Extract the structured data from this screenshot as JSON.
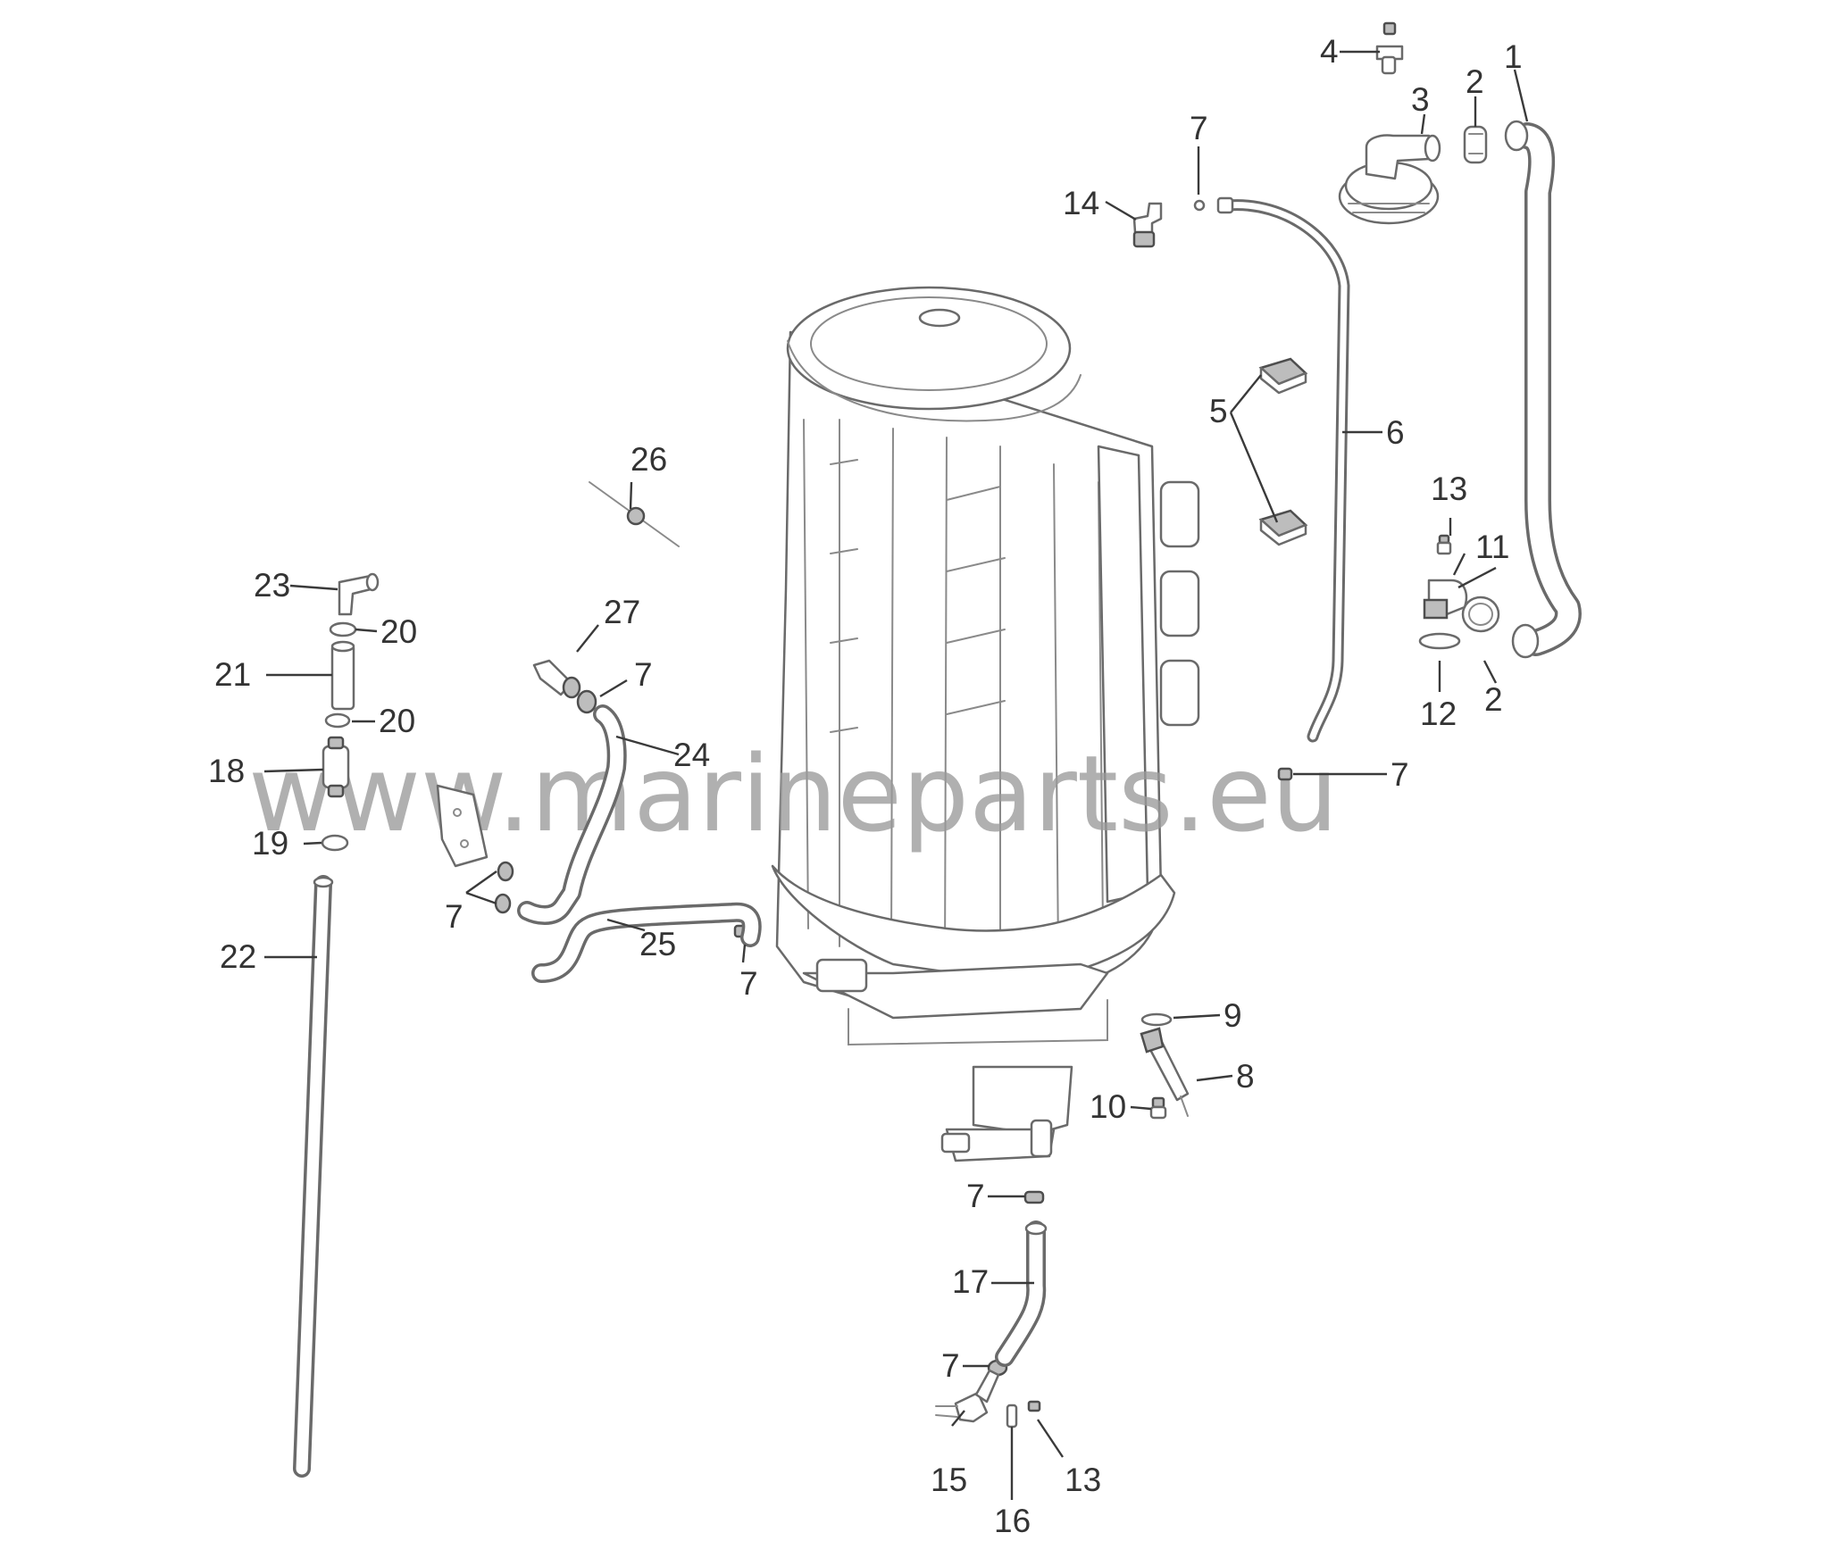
{
  "diagram": {
    "watermark": "www.marineparts.eu",
    "callouts": {
      "c1": "1",
      "c2a": "2",
      "c2b": "2",
      "c3": "3",
      "c4": "4",
      "c5": "5",
      "c6": "6",
      "c7a": "7",
      "c7b": "7",
      "c7c": "7",
      "c7d": "7",
      "c7e": "7",
      "c7f": "7",
      "c7g": "7",
      "c8": "8",
      "c9": "9",
      "c10": "10",
      "c11": "11",
      "c12": "12",
      "c13a": "13",
      "c13b": "13",
      "c14": "14",
      "c15": "15",
      "c16": "16",
      "c17": "17",
      "c18": "18",
      "c19": "19",
      "c20a": "20",
      "c20b": "20",
      "c21": "21",
      "c22": "22",
      "c23": "23",
      "c24": "24",
      "c25": "25",
      "c26": "26",
      "c27": "27"
    }
  }
}
